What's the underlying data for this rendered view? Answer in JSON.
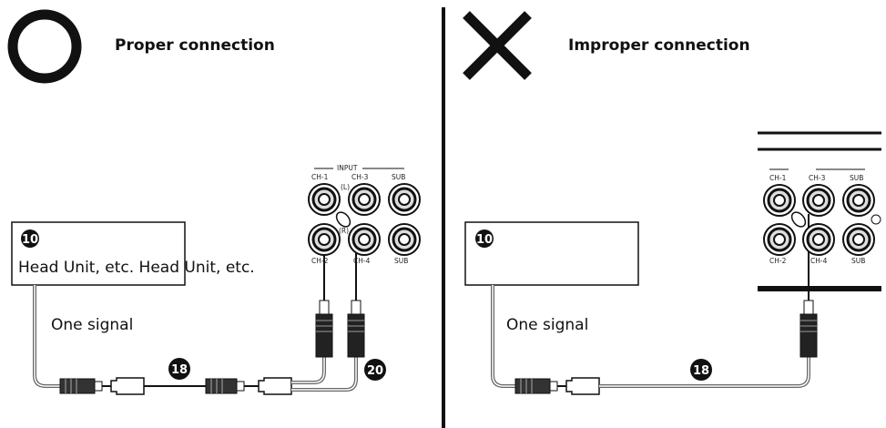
{
  "left_panel": {
    "title": "Proper connection",
    "head_unit_number": "10",
    "head_unit_label": "Head Unit, etc. Head Unit, etc.",
    "signal_label": "One signal",
    "cable_number": "18",
    "splitter_number": "20"
  },
  "right_panel": {
    "title": "Improper connection",
    "head_unit_number": "10",
    "signal_label": "One signal",
    "cable_number": "18"
  },
  "amp_input_panel": {
    "header": "INPUT",
    "ch1": "CH-1",
    "ch3": "CH-3",
    "sub": "SUB",
    "left_marker": "(L)",
    "right_marker": "(R)",
    "ch2": "CH-2",
    "ch4": "CH-4",
    "sub2": "SUB"
  }
}
